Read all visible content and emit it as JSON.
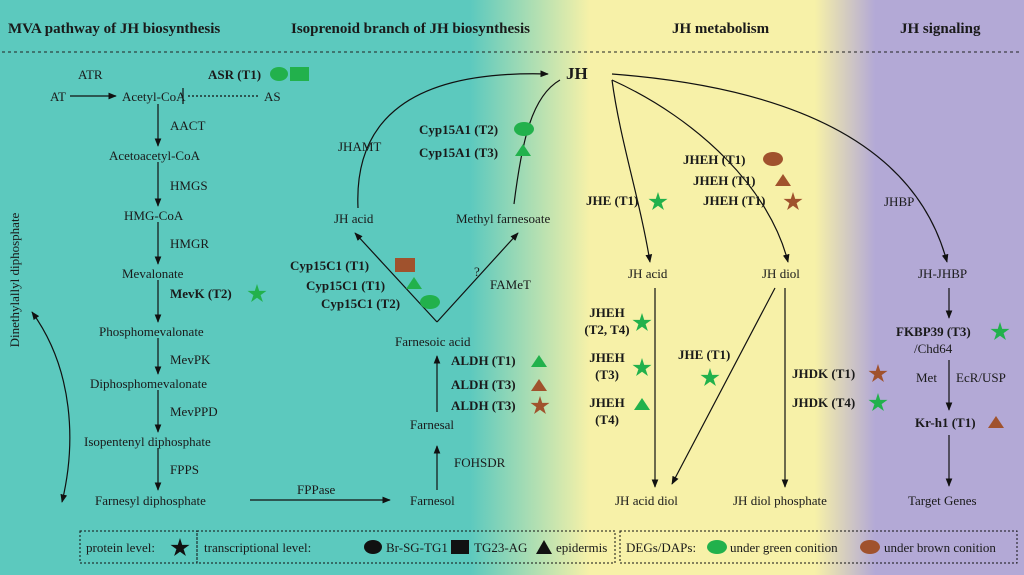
{
  "colors": {
    "teal": "#5CC9BE",
    "yellow": "#F7F1A8",
    "lavender": "#B3A9D6",
    "green": "#22B14C",
    "brown": "#A0522D"
  },
  "headers": {
    "mva": "MVA pathway of JH biosynthesis",
    "isoprenoid": "Isoprenoid branch of JH biosynthesis",
    "metabolism": "JH metabolism",
    "signaling": "JH signaling"
  },
  "mva": {
    "at": "AT",
    "atr": "ATR",
    "asr": "ASR (T1)",
    "acetyl_coa": "Acetyl-CoA",
    "as": "AS",
    "aact": "AACT",
    "acetoacetyl_coa": "Acetoacetyl-CoA",
    "hmgs": "HMGS",
    "hmg_coa": "HMG-CoA",
    "hmgr": "HMGR",
    "mevalonate": "Mevalonate",
    "mevk": "MevK (T2)",
    "phosphomevalonate": "Phosphomevalonate",
    "mevpk": "MevPK",
    "diphosphomevalonate": "Diphosphomevalonate",
    "mevppd": "MevPPD",
    "isopentenyl": "Isopentenyl diphosphate",
    "fpps": "FPPS",
    "farnesyl_dp": "Farnesyl diphosphate",
    "dimethylallyl": "Dinethylallyl diphosphate",
    "fppase": "FPPase"
  },
  "iso": {
    "jh": "JH",
    "jhamt": "JHAMT",
    "cyp15a1_t2": "Cyp15A1 (T2)",
    "cyp15a1_t3": "Cyp15A1 (T3)",
    "jh_acid": "JH acid",
    "methyl_farnesoate": "Methyl farnesoate",
    "cyp15c1_t1a": "Cyp15C1 (T1)",
    "cyp15c1_t1b": "Cyp15C1 (T1)",
    "cyp15c1_t2": "Cyp15C1 (T2)",
    "question": "?",
    "famet": "FAMeT",
    "farnesoic_acid": "Farnesoic acid",
    "aldh_t1": "ALDH (T1)",
    "aldh_t3a": "ALDH (T3)",
    "aldh_t3b": "ALDH (T3)",
    "farnesal": "Farnesal",
    "fohsdr": "FOHSDR",
    "farnesol": "Farnesol"
  },
  "meta": {
    "jheh_t1a": "JHEH (T1)",
    "jheh_t1b": "JHEH (T1)",
    "jheh_t1c": "JHEH (T1)",
    "jhe_t1a": "JHE (T1)",
    "jh_acid": "JH acid",
    "jh_diol": "JH diol",
    "jheh_t2t4_l1": "JHEH",
    "jheh_t2t4_l2": "(T2, T4)",
    "jheh_t3_l1": "JHEH",
    "jheh_t3_l2": "(T3)",
    "jheh_t4_l1": "JHEH",
    "jheh_t4_l2": "(T4)",
    "jhe_t1b": "JHE (T1)",
    "jhdk_t1": "JHDK (T1)",
    "jhdk_t4": "JHDK (T4)",
    "jh_acid_diol": "JH acid diol",
    "jh_diol_phosphate": "JH diol phosphate"
  },
  "sig": {
    "jhbp": "JHBP",
    "jh_jhbp": "JH-JHBP",
    "fkbp39": "FKBP39 (T3)",
    "chd64": "/Chd64",
    "met": "Met",
    "ecr": "EcR/USP",
    "krh1": "Kr-h1 (T1)",
    "target": "Target Genes"
  },
  "legend": {
    "protein": "protein level:",
    "transcriptional": "transcriptional level:",
    "br_sg": "Br-SG-TG1",
    "tg23": "TG23-AG",
    "epidermis": "epidermis",
    "degs": "DEGs/DAPs:",
    "green_cond": "under green conition",
    "brown_cond": "under brown conition"
  }
}
